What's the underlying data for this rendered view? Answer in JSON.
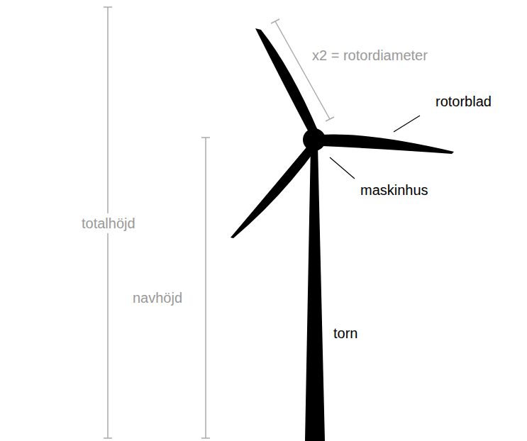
{
  "diagram": {
    "labels": [
      "totalhöjd",
      "x2 = rotordiameter",
      "rotorblad",
      "maskinhus",
      "navhöjd",
      "torn"
    ]
  }
}
